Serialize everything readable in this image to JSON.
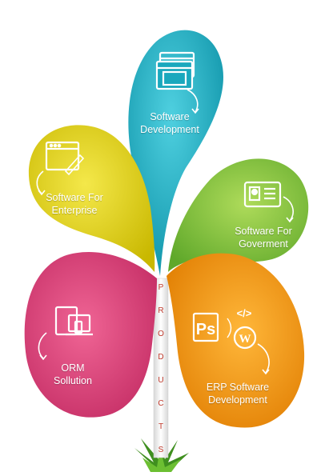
{
  "diagram": {
    "center_label": "PRODUCTS",
    "petals": [
      {
        "id": "software-development",
        "line1": "Software",
        "line2": "Development",
        "color": "#1fb3c8",
        "icon": "browser-windows-icon"
      },
      {
        "id": "software-for-enterprise",
        "line1": "Software For",
        "line2": "Enterprise",
        "color": "#e6d41a",
        "icon": "edit-window-icon"
      },
      {
        "id": "software-for-government",
        "line1": "Software For",
        "line2": "Goverment",
        "color": "#8cc63f",
        "icon": "id-card-icon"
      },
      {
        "id": "orm-solution",
        "line1": "ORM",
        "line2": "Sollution",
        "color": "#e0457b",
        "icon": "devices-icon"
      },
      {
        "id": "erp-software-development",
        "line1": "ERP Software",
        "line2": "Development",
        "color": "#f39c12",
        "icon": "ps-code-wordpress-icon"
      }
    ],
    "icon_logo_text": {
      "photoshop": "Ps",
      "code": "</>",
      "wordpress": "W"
    }
  }
}
